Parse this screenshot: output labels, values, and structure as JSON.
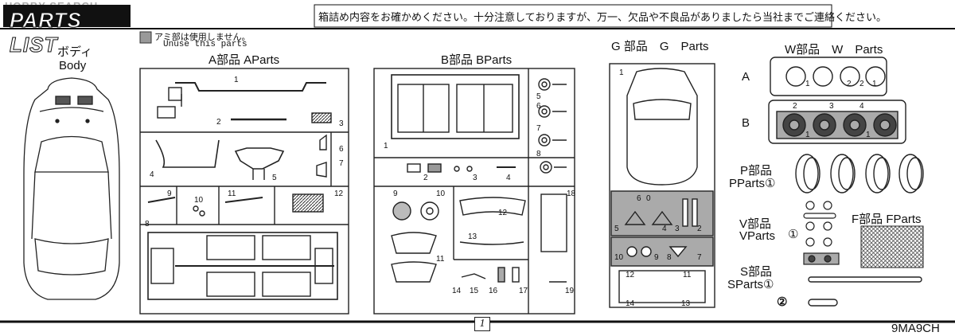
{
  "header": {
    "logo": "HOBBY SEARCH",
    "title": "PARTS LIST",
    "notice": "箱詰め内容をお確かめください。十分注意しておりますが、万一、欠品や不良品がありましたら当社までご連絡ください。"
  },
  "legend": {
    "jp": "アミ部は使用しません。",
    "en": "Unuse this parts"
  },
  "body": {
    "jp": "ボディ",
    "en": "Body"
  },
  "a_parts": {
    "title": "A部品 AParts",
    "labels": [
      "1",
      "2",
      "3",
      "4",
      "5",
      "6",
      "7",
      "8",
      "9",
      "10",
      "11",
      "12"
    ]
  },
  "b_parts": {
    "title": "B部品 BParts",
    "labels": [
      "1",
      "2",
      "3",
      "4",
      "5",
      "6",
      "7",
      "8",
      "9",
      "10",
      "11",
      "12",
      "13",
      "14",
      "15",
      "16",
      "17",
      "18",
      "19"
    ]
  },
  "g_parts": {
    "title": "G 部品　G　Parts",
    "labels": [
      "1",
      "2",
      "3",
      "4",
      "5",
      "6",
      "0",
      "7",
      "8",
      "9",
      "10",
      "11",
      "12",
      "13",
      "14"
    ]
  },
  "w_parts": {
    "title": "W部品　W　Parts",
    "row_a": "A",
    "row_b": "B",
    "labels": [
      "1",
      "2",
      "1",
      "2",
      "2",
      "3",
      "4",
      "1",
      "1"
    ]
  },
  "p_parts": {
    "jp": "P部品",
    "en": "PParts①"
  },
  "v_parts": {
    "jp": "V部品",
    "en": "VParts",
    "num": "①"
  },
  "f_parts": {
    "title": "F部品 FParts"
  },
  "s_parts": {
    "jp": "S部品",
    "en": "SParts①",
    "num2": "②"
  },
  "footer": {
    "page": "1",
    "code": "9MA9CH"
  }
}
